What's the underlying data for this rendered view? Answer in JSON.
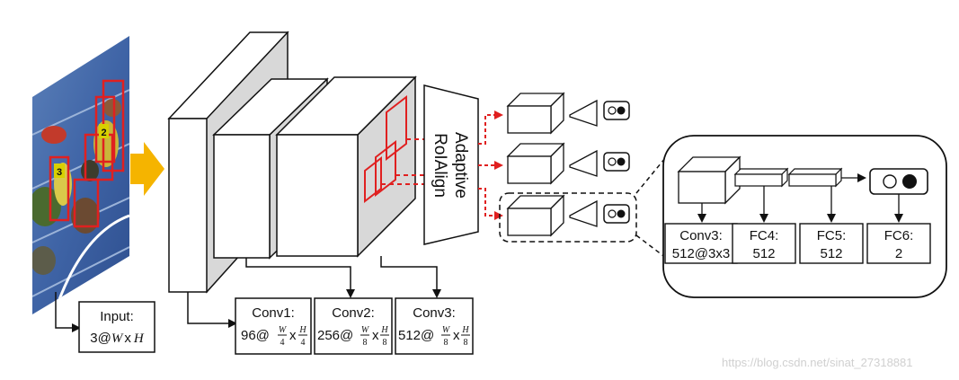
{
  "input": {
    "line1": "Input:",
    "line2_prefix": "3@",
    "w": "W",
    "x": "x",
    "h": "H"
  },
  "input_image_bib_numbers": [
    "3",
    "2"
  ],
  "conv_labels": [
    {
      "title": "Conv1:",
      "channels": "96@",
      "w": "W",
      "h": "H",
      "den": "4",
      "x": "x"
    },
    {
      "title": "Conv2:",
      "channels": "256@",
      "w": "W",
      "h": "H",
      "den": "8",
      "x": "x"
    },
    {
      "title": "Conv3:",
      "channels": "512@",
      "w": "W",
      "h": "H",
      "den": "8",
      "x": "x"
    }
  ],
  "roi": {
    "line1": "Adaptive",
    "line2": "RoIAlign"
  },
  "detail_labels": [
    {
      "line1": "Conv3:",
      "line2": "512@3x3"
    },
    {
      "line1": "FC4:",
      "line2": "512"
    },
    {
      "line1": "FC5:",
      "line2": "512"
    },
    {
      "line1": "FC6:",
      "line2": "2"
    }
  ],
  "watermark": "https://blog.csdn.net/sinat_27318881",
  "colors": {
    "arrow": "#f5b400",
    "roi_red": "#e02020",
    "face_gray": "#d8d8d8",
    "stroke": "#111111"
  }
}
